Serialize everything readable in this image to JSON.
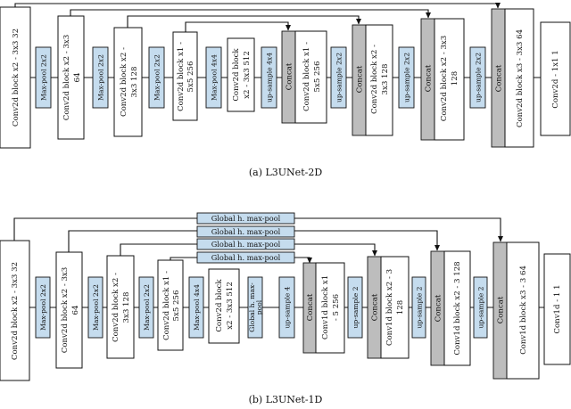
{
  "colors": {
    "pool": "#c5dcee",
    "concat": "#bdbdbd",
    "stroke": "#111111",
    "background": "#ffffff"
  },
  "diagram_a": {
    "caption": "(a) L3UNet-2D",
    "enc1": "Conv2d block x2 - 3x3 32",
    "pool1": "Max-pool 2x2",
    "enc2": [
      "Conv2d block x2 - 3x3",
      "64"
    ],
    "pool2": "Max-pool 2x2",
    "enc3": [
      "Conv2d block x2 -",
      "3x3 128"
    ],
    "pool3": "Max-pool 2x2",
    "enc4": [
      "Conv2d block x1 -",
      "5x5 256"
    ],
    "pool4": "Max-pool 4x4",
    "enc5": [
      "Conv2d block",
      "x2 - 3x3 512"
    ],
    "up1": "up-sample 4x4",
    "concat1": "Concat",
    "dec1": [
      "Conv2d block x1 -",
      "5x5 256"
    ],
    "up2": "up-sample 2x2",
    "concat2": "Concat",
    "dec2": [
      "Conv2d block x2 -",
      "3x3 128"
    ],
    "up3": "up-sample 2x2",
    "concat3": "Concat",
    "dec3": [
      "Conv2d block x2 - 3x3",
      "128"
    ],
    "up4": "up-sample 2x2",
    "concat4": "Concat",
    "dec4": "Conv2d block x3 - 3x3 64",
    "final": "Conv2d - 1x1 1"
  },
  "diagram_b": {
    "caption": "(b) L3UNet-1D",
    "global_pools": [
      "Global h. max-pool",
      "Global h. max-pool",
      "Global h. max-pool",
      "Global h. max-pool"
    ],
    "enc1": "Conv2d block x2 - 3x3 32",
    "pool1": "Max-pool 2x2",
    "enc2": [
      "Conv2d block x2 - 3x3",
      "64"
    ],
    "pool2": "Max-pool 2x2",
    "enc3": [
      "Conv2d block x2 -",
      "3x3 128"
    ],
    "pool3": "Max-pool 2x2",
    "enc4": [
      "Conv2d block x1 -",
      "5x5 256"
    ],
    "pool4": "Max-pool 4x4",
    "enc5": [
      "Conv2d block",
      "x2 - 3x3 512"
    ],
    "gpool": [
      "Global h. max-",
      "pool"
    ],
    "up1": "up-sample 4",
    "concat1": "Concat",
    "dec1": [
      "Conv1d block x1",
      "- 5 256"
    ],
    "up2": "up-sample 2",
    "concat2": "Concat",
    "dec2": [
      "Conv1d block x2 - 3",
      "128"
    ],
    "up3": "up-sample 2",
    "concat3": "Concat",
    "dec3": "Conv1d block x2 - 3 128",
    "up4": "up-sample 2",
    "concat4": "Concat",
    "dec4": "Conv1d block x3 - 3 64",
    "final": "Conv1d - 1 1"
  }
}
